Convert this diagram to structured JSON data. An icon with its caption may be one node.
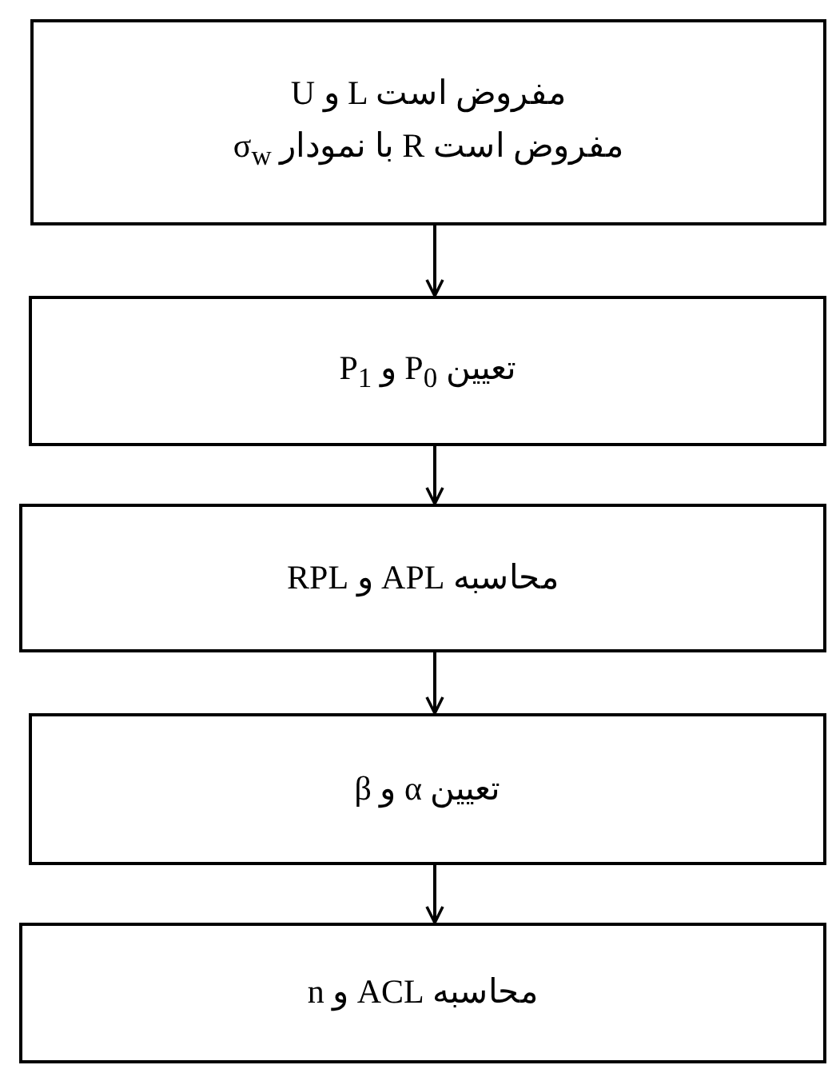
{
  "diagram": {
    "nodes": [
      {
        "text": [
          "U و L مفروض است",
          "σ$_{w}$ با نمودار R مفروض است"
        ]
      },
      {
        "text": [
          "تعیین P$_{0}$ و P$_{1}$"
        ]
      },
      {
        "text": [
          "محاسبه APL و RPL"
        ]
      },
      {
        "text": [
          "تعیین α و β"
        ]
      },
      {
        "text": [
          "محاسبه ACL و n"
        ]
      }
    ],
    "edges": [
      {
        "from": 0,
        "to": 1,
        "arrow": "to"
      },
      {
        "from": 1,
        "to": 2,
        "arrow": "to"
      },
      {
        "from": 2,
        "to": 3,
        "arrow": "to"
      },
      {
        "from": 3,
        "to": 4,
        "arrow": "to"
      }
    ]
  }
}
